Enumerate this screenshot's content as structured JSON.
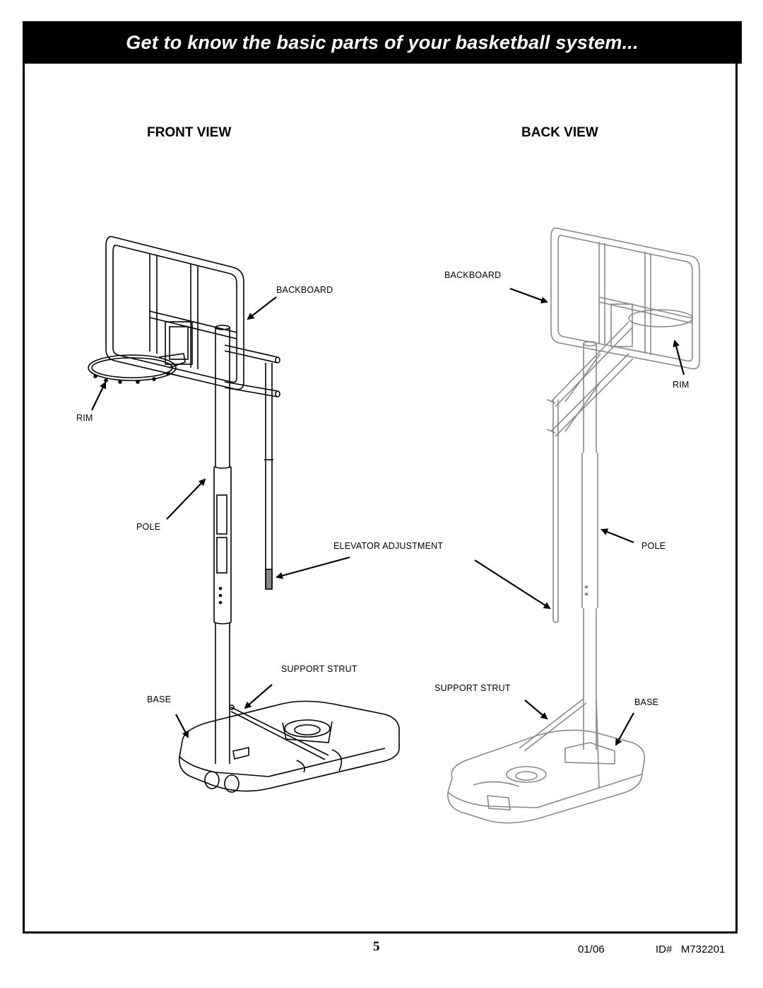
{
  "header": {
    "title": "Get to know the basic parts of your basketball system..."
  },
  "views": {
    "front": {
      "title": "FRONT VIEW",
      "labels": {
        "backboard": "BACKBOARD",
        "rim": "RIM",
        "pole": "POLE",
        "support_strut": "SUPPORT STRUT",
        "base": "BASE"
      }
    },
    "shared": {
      "elevator": "ELEVATOR ADJUSTMENT"
    },
    "back": {
      "title": "BACK VIEW",
      "labels": {
        "backboard": "BACKBOARD",
        "rim": "RIM",
        "pole": "POLE",
        "support_strut": "SUPPORT STRUT",
        "base": "BASE"
      }
    }
  },
  "footer": {
    "page_number": "5",
    "date": "01/06",
    "id": "ID#   M732201"
  }
}
